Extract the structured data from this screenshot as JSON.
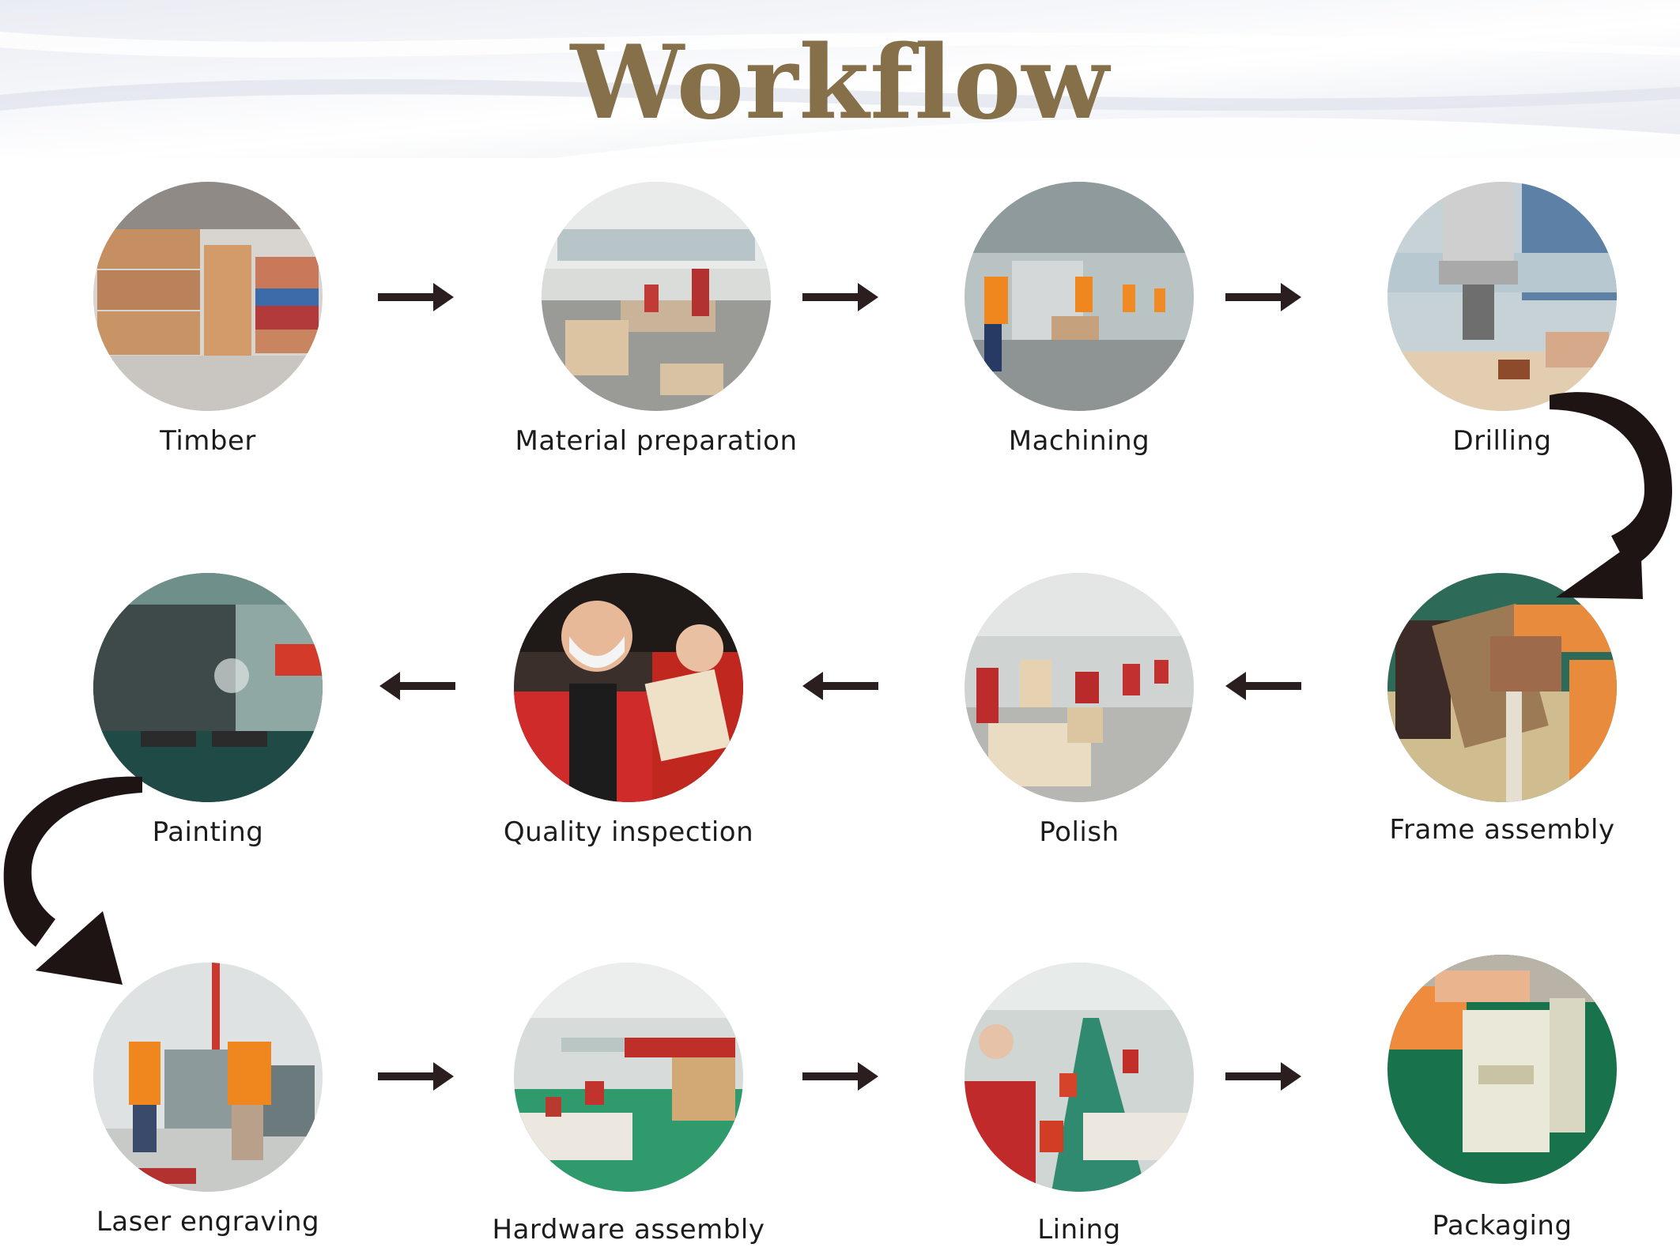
{
  "title": "Workflow",
  "steps": [
    {
      "label": "Timber",
      "scene": "timber-stacks"
    },
    {
      "label": "Material preparation",
      "scene": "workshop"
    },
    {
      "label": "Machining",
      "scene": "machine-hall"
    },
    {
      "label": "Drilling",
      "scene": "drill-closeup"
    },
    {
      "label": "Frame assembly",
      "scene": "hands-assembly"
    },
    {
      "label": "Polish",
      "scene": "polish-line"
    },
    {
      "label": "Quality inspection",
      "scene": "inspector"
    },
    {
      "label": "Painting",
      "scene": "spray-booth"
    },
    {
      "label": "Laser engraving",
      "scene": "laser-machines"
    },
    {
      "label": "Hardware assembly",
      "scene": "assembly-hall"
    },
    {
      "label": "Lining",
      "scene": "conveyor-line"
    },
    {
      "label": "Packaging",
      "scene": "packaging-box"
    }
  ],
  "colors": {
    "title": "#85704a",
    "arrow": "#2a1e1e",
    "label": "#1c1c1c"
  }
}
